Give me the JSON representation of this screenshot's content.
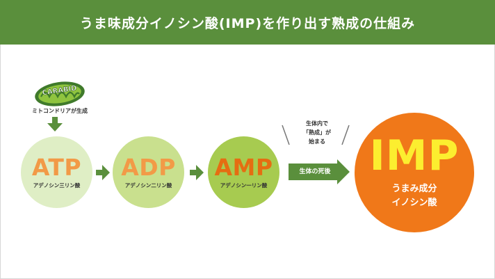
{
  "header": {
    "title": "うま味成分イノシン酸(IMP)を作り出す熟成の仕組み"
  },
  "mitochondria": {
    "logo_text": "CARABID",
    "caption": "ミトコンドリアが生成",
    "icon": "mitochondria-icon"
  },
  "nodes": [
    {
      "key": "atp",
      "label": "ATP",
      "name": "アデノシン三リン酸",
      "color": "#dfeec5"
    },
    {
      "key": "adp",
      "label": "ADP",
      "name": "アデノシン二リン酸",
      "color": "#c9e08e"
    },
    {
      "key": "amp",
      "label": "AMP",
      "name": "アデノシン一リン酸",
      "color": "#a7cb50"
    }
  ],
  "ripening_note": {
    "line1": "生体内で",
    "line2": "「熟成」が",
    "line3": "始まる"
  },
  "transition_label": "生体の死後",
  "result": {
    "label": "IMP",
    "line1": "うまみ成分",
    "line2": "イノシン酸",
    "color": "#f07819",
    "label_color": "#fcee2f"
  },
  "colors": {
    "header": "#5a8f3c",
    "arrow": "#5a8f3c"
  }
}
